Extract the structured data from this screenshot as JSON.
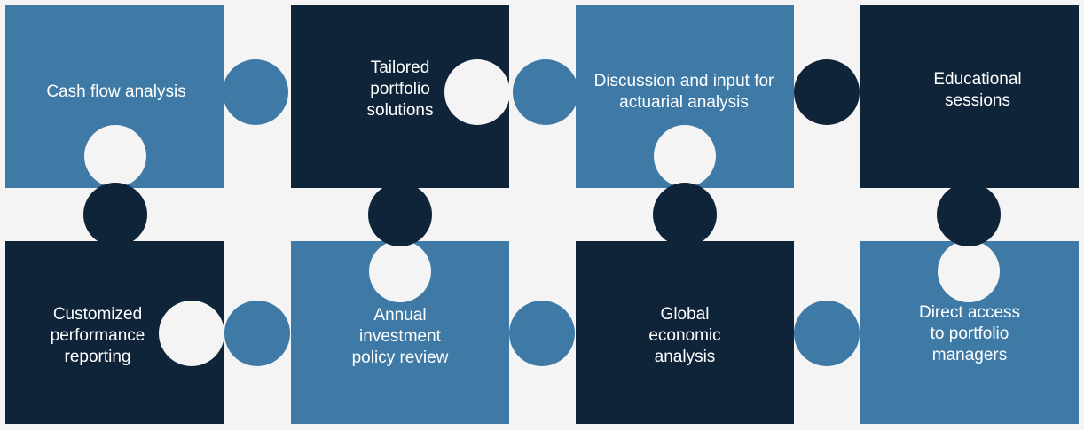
{
  "colors": {
    "light": "#3f7aa6",
    "dark": "#0f2339",
    "background": "#f4f4f5",
    "text": "#ffffff"
  },
  "pieces": [
    {
      "name": "cash-flow-analysis",
      "color": "light",
      "lines": [
        "Cash flow analysis"
      ]
    },
    {
      "name": "tailored-portfolio-solutions",
      "color": "dark",
      "lines": [
        "Tailored",
        "portfolio",
        "solutions"
      ]
    },
    {
      "name": "discussion-actuarial-analysis",
      "color": "light",
      "lines": [
        "Discussion and input for",
        "actuarial analysis"
      ]
    },
    {
      "name": "educational-sessions",
      "color": "dark",
      "lines": [
        "Educational",
        "sessions"
      ]
    },
    {
      "name": "customized-performance-reporting",
      "color": "dark",
      "lines": [
        "Customized",
        "performance",
        "reporting"
      ]
    },
    {
      "name": "annual-investment-policy-review",
      "color": "light",
      "lines": [
        "Annual",
        "investment",
        "policy review"
      ]
    },
    {
      "name": "global-economic-analysis",
      "color": "dark",
      "lines": [
        "Global",
        "economic",
        "analysis"
      ]
    },
    {
      "name": "direct-access-portfolio-managers",
      "color": "light",
      "lines": [
        "Direct access",
        "to portfolio",
        "managers"
      ]
    }
  ]
}
